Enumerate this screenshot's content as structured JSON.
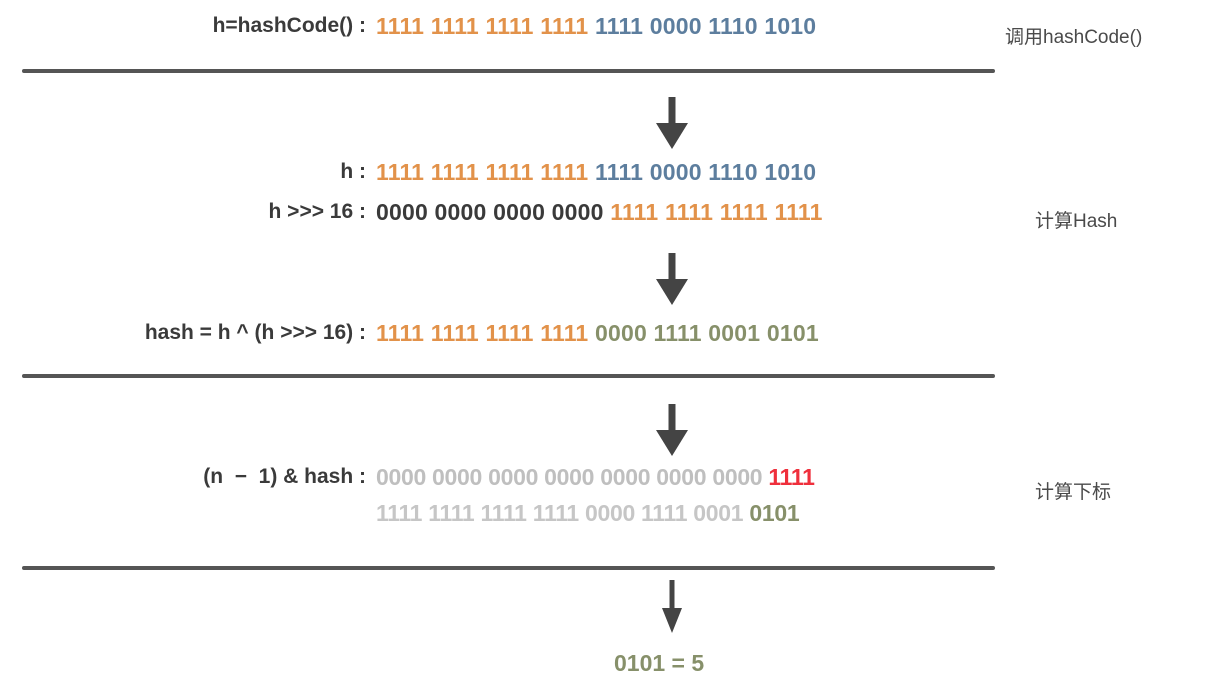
{
  "diagram": {
    "title": "HashMap hash and index computation",
    "colors": {
      "orange": "#e2924a",
      "blue": "#5d7e9e",
      "black": "#3a3a3a",
      "olive": "#87906a",
      "gray": "#bfbfbf",
      "red": "#ef2f3c",
      "rule": "#555555",
      "arrow": "#444444"
    },
    "rows": [
      {
        "id": "hashcode",
        "label": "h=hashCode() :",
        "bits_high": "1111 1111 1111 1111",
        "bits_low": "1111 0000 1110 1010",
        "color_high": "orange",
        "color_low": "blue"
      },
      {
        "id": "h",
        "label": "h :",
        "bits_high": "1111 1111 1111 1111",
        "bits_low": "1111 0000 1110 1010",
        "color_high": "orange",
        "color_low": "blue"
      },
      {
        "id": "h-shift-16",
        "label": "h >>> 16 :",
        "bits_high": "0000 0000 0000 0000",
        "bits_low": "1111 1111 1111 1111",
        "color_high": "black",
        "color_low": "orange"
      },
      {
        "id": "hash-xor",
        "label": "hash = h ^ (h >>> 16) :",
        "bits_high": "1111 1111 1111 1111",
        "bits_low": "0000 1111 0001 0101",
        "color_high": "orange",
        "color_low": "olive"
      },
      {
        "id": "n-minus-1",
        "label": "(n  −  1) & hash :",
        "bits_high": "0000 0000 0000 0000 0000 0000 0000",
        "bits_low": "1111",
        "color_high": "gray",
        "color_low": "red"
      },
      {
        "id": "hash-operand",
        "label": "",
        "bits_high": "1111 1111 1111 1111 0000 1111 0001",
        "bits_low": "0101",
        "color_high": "gray",
        "color_low": "olive"
      }
    ],
    "side_labels": [
      {
        "id": "stage-hashcode",
        "text": "调用hashCode()"
      },
      {
        "id": "stage-hash",
        "text": "计算Hash"
      },
      {
        "id": "stage-index",
        "text": "计算下标"
      }
    ],
    "result": {
      "id": "final-index",
      "text": "0101 = 5"
    },
    "arrows": [
      {
        "id": "arrow-1",
        "direction": "down"
      },
      {
        "id": "arrow-2",
        "direction": "down"
      },
      {
        "id": "arrow-3",
        "direction": "down"
      },
      {
        "id": "arrow-4",
        "direction": "down"
      }
    ]
  }
}
